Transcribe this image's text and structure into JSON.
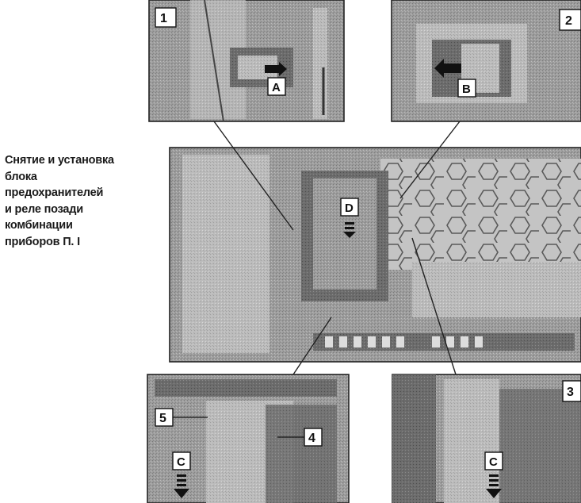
{
  "caption": {
    "lines": [
      "Снятие и установка",
      "блока",
      "предохранителей",
      "и реле позади",
      "комбинации",
      "приборов П. I"
    ]
  },
  "photos": {
    "top_left": {
      "number": "1",
      "letter": "A"
    },
    "top_right": {
      "number": "2",
      "letter": "B"
    },
    "center": {
      "letter": "D"
    },
    "bottom_left": {
      "number_top": "5",
      "number_right": "4",
      "letter": "C"
    },
    "bottom_right": {
      "number": "3",
      "letter": "C"
    }
  },
  "colors": {
    "photo_dark": "#6e6e6e",
    "photo_mid": "#9a9a9a",
    "photo_light": "#c8c8c8"
  }
}
